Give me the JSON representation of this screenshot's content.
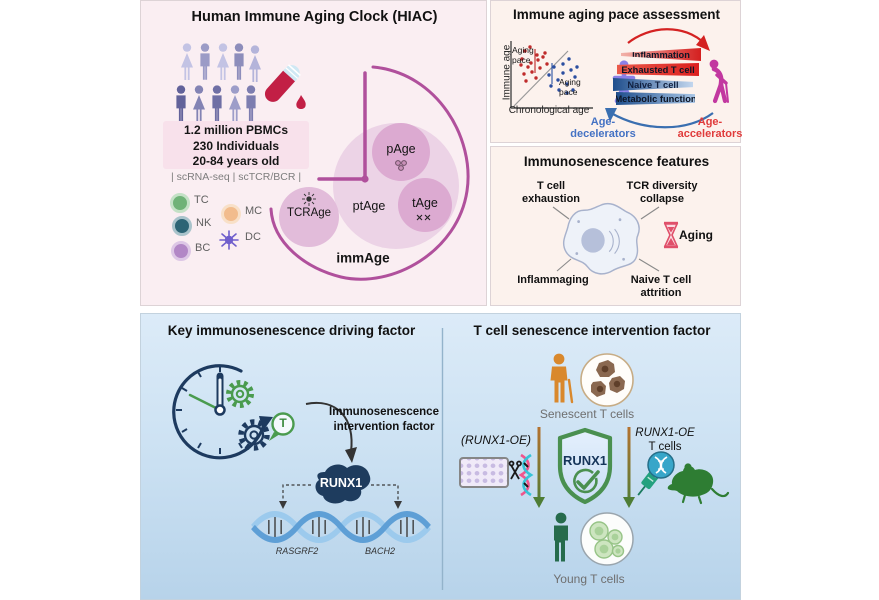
{
  "colors": {
    "panel_pink": "#faeef2",
    "panel_cream": "#fcf2ed",
    "panel_blue_top": "#dcebf8",
    "panel_blue_bottom": "#b7d3ea",
    "magenta_arc": "#b0509c",
    "navy": "#1d3a5f",
    "green": "#4a9b4e",
    "scatter_red": "#bf2b2b",
    "scatter_blue": "#2b4ea0",
    "accel_red": "#e03b3b",
    "decel_blue": "#4472c4",
    "dc_purple": "#6f5ecc"
  },
  "hiac": {
    "title": "Human Immune Aging Clock (HIAC)",
    "stats": [
      "1.2 million PBMCs",
      "230 Individuals",
      "20-84 years old"
    ],
    "seq_line": "| scRNA-seq | scTCR/BCR |",
    "legend": [
      {
        "label": "TC",
        "color": "#6fb277",
        "ring": "#c4e1c6"
      },
      {
        "label": "NK",
        "color": "#2c6475",
        "ring": "#a9c3cb"
      },
      {
        "label": "BC",
        "color": "#b287c6",
        "ring": "#ddc7e6"
      },
      {
        "label": "MC",
        "color": "#f2bc8d",
        "ring": "#f8e0c8"
      },
      {
        "label": "DC",
        "color": "#6f5ecc",
        "ring": "#c9c2ea"
      }
    ],
    "clock_labels": {
      "tcrage": "TCRAge",
      "ptage": "ptAge",
      "page": "pAge",
      "tage": "tAge",
      "immage": "immAge"
    }
  },
  "pace": {
    "title": "Immune aging pace assessment",
    "scatter": {
      "type": "scatter",
      "ylabel": "Immune age",
      "xlabel": "Chronological age",
      "aging_pace_upper": [
        "Aging",
        "pace"
      ],
      "aging_pace_lower": [
        "Aging",
        "pace"
      ],
      "red_points": [
        [
          26,
          22
        ],
        [
          23,
          30
        ],
        [
          29,
          38
        ],
        [
          38,
          26
        ],
        [
          32,
          34
        ],
        [
          25,
          45
        ],
        [
          46,
          24
        ],
        [
          39,
          31
        ],
        [
          33,
          43
        ],
        [
          41,
          39
        ],
        [
          27,
          52
        ],
        [
          37,
          49
        ],
        [
          44,
          28
        ],
        [
          31,
          18
        ],
        [
          48,
          35
        ],
        [
          22,
          36
        ]
      ],
      "blue_points": [
        [
          50,
          46
        ],
        [
          55,
          38
        ],
        [
          59,
          51
        ],
        [
          64,
          44
        ],
        [
          68,
          55
        ],
        [
          72,
          41
        ],
        [
          76,
          48
        ],
        [
          60,
          61
        ],
        [
          68,
          64
        ],
        [
          52,
          57
        ],
        [
          74,
          61
        ],
        [
          64,
          35
        ],
        [
          78,
          38
        ],
        [
          70,
          30
        ]
      ]
    },
    "bars": [
      {
        "label": "Inflammation"
      },
      {
        "label": "Exhausted T cell"
      },
      {
        "label": "Naive T cell"
      },
      {
        "label": "Metabolic function"
      }
    ],
    "decelerators_line1": "Age-",
    "decelerators_line2": "decelerators",
    "accelerators_line1": "Age-",
    "accelerators_line2": "accelerators"
  },
  "features": {
    "title": "Immunosenescence features",
    "label_tl": [
      "T cell",
      "exhaustion"
    ],
    "label_tr": [
      "TCR diversity",
      "collapse"
    ],
    "label_bl": "Inflammaging",
    "label_br": "Naive T cell attrition",
    "aging": "Aging"
  },
  "driving": {
    "title": "Key immunosenescence driving factor",
    "t_bubble": "T",
    "intervention_line1": "Immunosenescence",
    "intervention_line2": "intervention factor",
    "runx1": "RUNX1",
    "gene1": "RASGRF2",
    "gene2": "BACH2"
  },
  "intervene": {
    "title": "T cell senescence intervention factor",
    "senescent_label": "Senescent T cells",
    "oe_left": "(RUNX1-OE)",
    "oe_right_line1": "RUNX1-OE",
    "oe_right_line2": "T cells",
    "shield_label": "RUNX1",
    "young_label": "Young T cells"
  }
}
